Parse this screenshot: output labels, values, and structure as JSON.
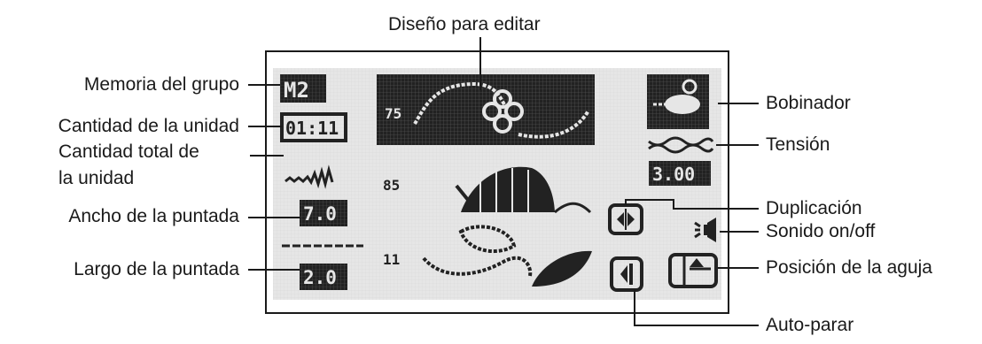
{
  "labels": {
    "design_to_edit": "Diseño para editar",
    "group_memory": "Memoria del grupo",
    "unit_quantity": "Cantidad de la unidad",
    "unit_total_line1": "Cantidad total de",
    "unit_total_line2": "la unidad",
    "stitch_width": "Ancho de la puntada",
    "stitch_length": "Largo de la puntada",
    "bobbin_winder": "Bobinador",
    "tension": "Tensión",
    "mirror": "Duplicación",
    "sound": "Sonido on/off",
    "needle_position": "Posición de la aguja",
    "auto_stop": "Auto-parar"
  },
  "screen": {
    "memory_number": "M2",
    "unit_counter": "01:11",
    "design_number": "75",
    "tension_value": "3.00",
    "width_value": "7.0",
    "length_value": "2.0",
    "pattern_number_top": "85",
    "pattern_number_bottom": "11"
  },
  "colors": {
    "lcd_background": "#e6e6e6",
    "lcd_dark": "#222222"
  }
}
